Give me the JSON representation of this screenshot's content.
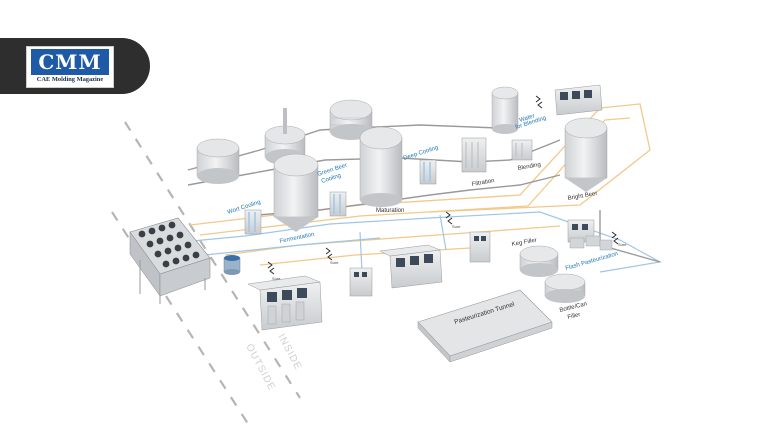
{
  "logo": {
    "main": "CMM",
    "sub": "CAE Molding Magazine"
  },
  "labels": {
    "wort_cooling": "Wort Cooling",
    "fermentation": "Fermentation",
    "green_beer_cooling_1": "Green Beer",
    "green_beer_cooling_2": "Cooling",
    "maturation": "Maturation",
    "deep_cooling": "Deep Cooling",
    "filtration": "Filtration",
    "blending": "Blending",
    "water_for_blending_1": "Water",
    "water_for_blending_2": "for Blending",
    "bright_beer": "Bright Beer",
    "keg_filler": "Keg Filler",
    "flash_pasteurization": "Flash Pasteurization",
    "pasteurization_tunnel": "Pasteurization Tunnel",
    "bottle_can_filler_1": "Bottle/Can",
    "bottle_can_filler_2": "Filler",
    "inside": "INSIDE",
    "outside": "OUTSIDE",
    "sure": "Sure"
  },
  "colors": {
    "logo_bg": "#2e2e2e",
    "logo_blue": "#1f5aa6",
    "label_blue": "#1f78b4",
    "pipe_orange": "#f3c98a",
    "pipe_blue": "#9fc6e8",
    "pipe_gray": "#9a9a9a"
  }
}
